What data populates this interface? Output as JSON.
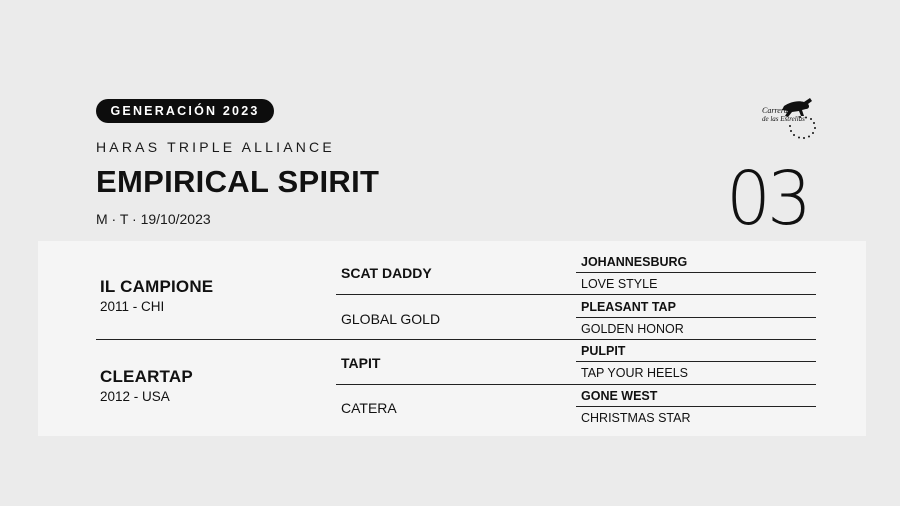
{
  "header": {
    "badge": "GENERACIÓN 2023",
    "stud": "HARAS TRIPLE ALLIANCE",
    "horse_name": "EMPIRICAL SPIRIT",
    "meta": "M · T · 19/10/2023",
    "lot_number": "03"
  },
  "logo": {
    "text_line1": "Carreras",
    "text_line2": "de las Estrellas"
  },
  "pedigree": {
    "sire": {
      "name": "IL CAMPIONE",
      "info": "2011 - CHI"
    },
    "dam": {
      "name": "CLEARTAP",
      "info": "2012 - USA"
    },
    "sire_sire": "SCAT DADDY",
    "sire_dam": "GLOBAL GOLD",
    "dam_sire": "TAPIT",
    "dam_dam": "CATERA",
    "gen3": [
      "JOHANNESBURG",
      "LOVE STYLE",
      "PLEASANT TAP",
      "GOLDEN HONOR",
      "PULPIT",
      "TAP YOUR HEELS",
      "GONE WEST",
      "CHRISTMAS STAR"
    ]
  }
}
